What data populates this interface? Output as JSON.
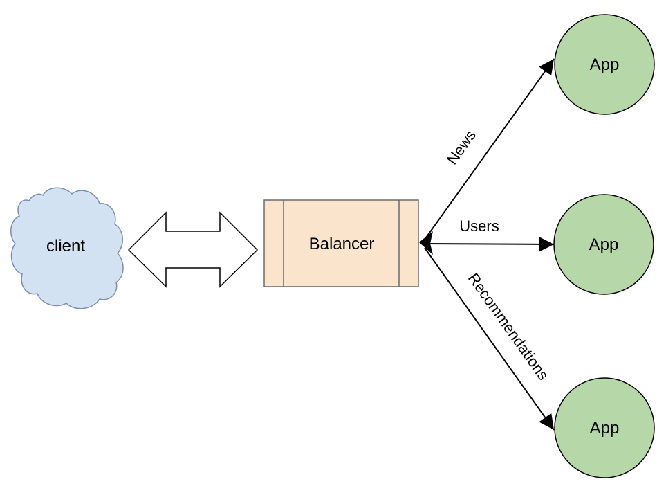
{
  "nodes": {
    "client": {
      "label": "client",
      "fill": "#d2e2f2",
      "stroke": "#7a90b0"
    },
    "balancer": {
      "label": "Balancer",
      "fill": "#fbe4cc",
      "stroke": "#6b6b6b"
    },
    "apps": [
      {
        "label": "App",
        "fill": "#b6d7a8",
        "stroke": "#000000"
      },
      {
        "label": "App",
        "fill": "#b6d7a8",
        "stroke": "#000000"
      },
      {
        "label": "App",
        "fill": "#b6d7a8",
        "stroke": "#000000"
      }
    ]
  },
  "edges": [
    {
      "from": "balancer",
      "to": "app-1",
      "label": "News"
    },
    {
      "from": "balancer",
      "to": "app-2",
      "label": "Users"
    },
    {
      "from": "balancer",
      "to": "app-3",
      "label": "Recommendations"
    }
  ],
  "connector": {
    "from": "client",
    "to": "balancer",
    "style": "double-arrow"
  }
}
